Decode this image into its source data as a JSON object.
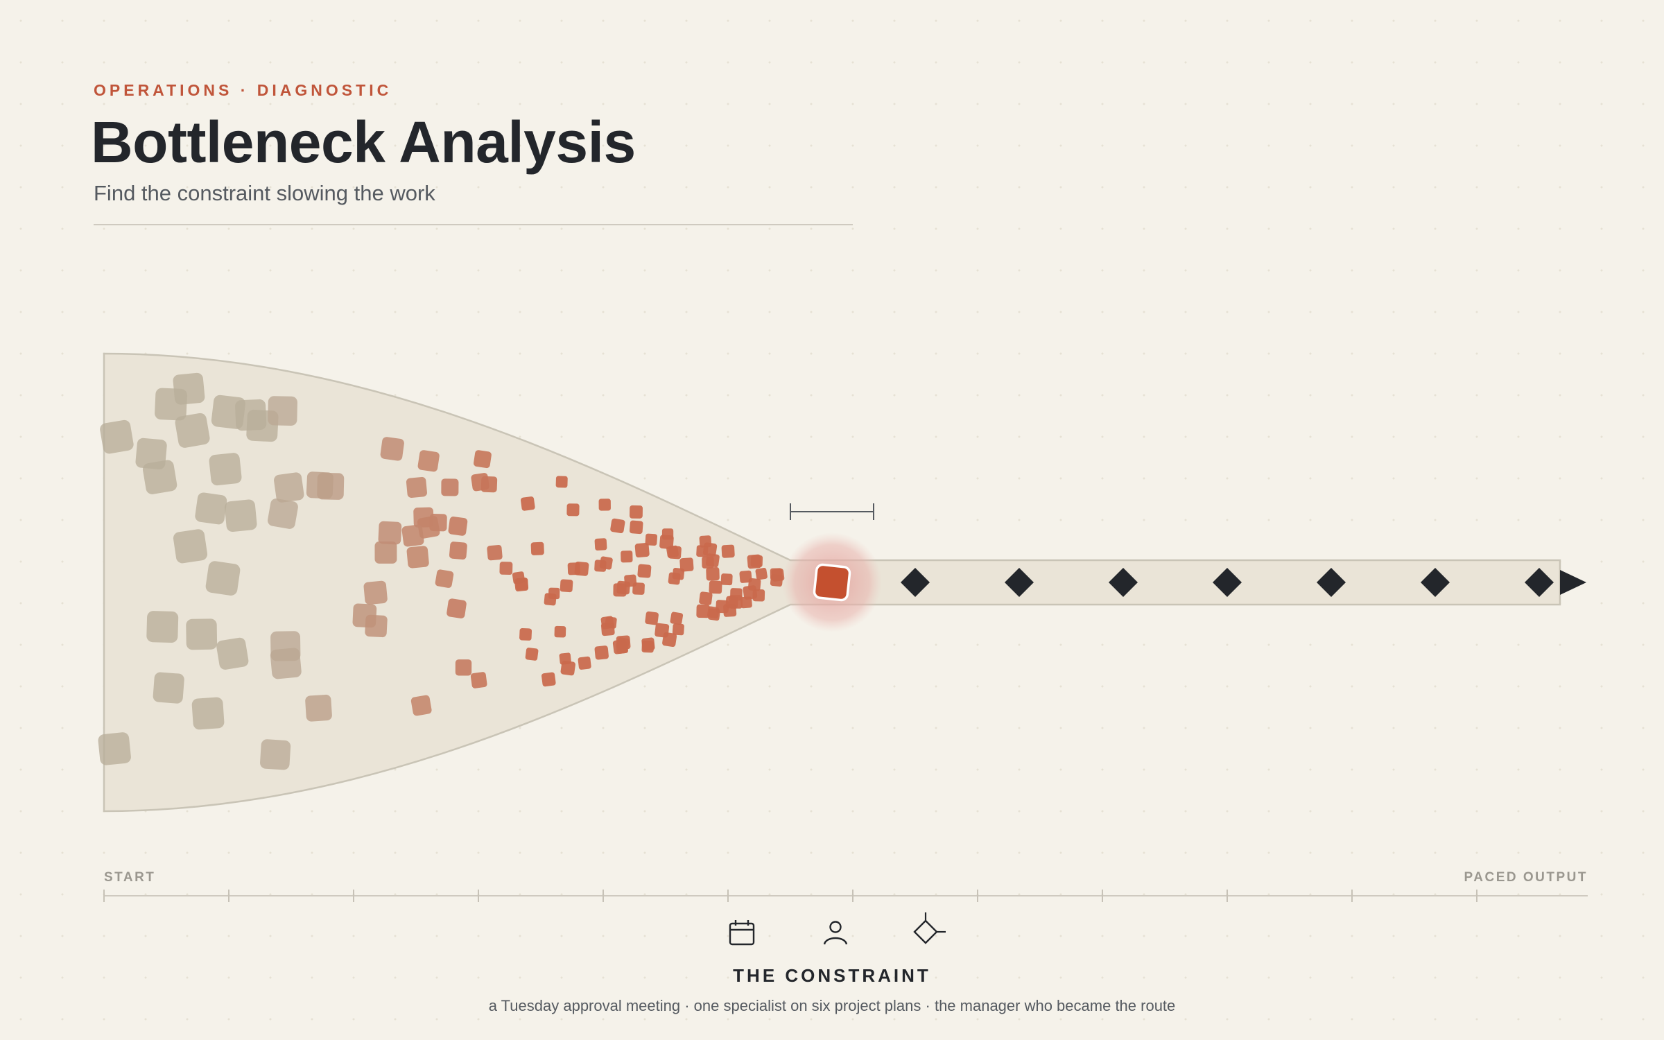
{
  "header": {
    "eyebrow": "OPERATIONS · DIAGNOSTIC",
    "title": "Bottleneck Analysis",
    "subtitle": "Find the constraint slowing the work"
  },
  "colors": {
    "background": "#f5f2ea",
    "funnel_fill": "#eae4d7",
    "funnel_stroke": "#c9c4b6",
    "waiting_item": "#b9ae9a",
    "near_item": "#c9694c",
    "constraint": "#c4502f",
    "constraint_glow": "#e4a4a0",
    "output_item": "#23262b",
    "accent": "#c0553a"
  },
  "diagram": {
    "constraint_item": "constraint-node",
    "output_items": 7,
    "output_direction": "right"
  },
  "axis": {
    "start_label": "START",
    "end_label": "PACED OUTPUT",
    "ticks": 12
  },
  "icons": [
    "calendar-icon",
    "person-icon",
    "decision-diamond-icon"
  ],
  "caption": {
    "title": "THE CONSTRAINT",
    "subtitle": "a Tuesday approval meeting · one specialist on six project plans · the manager who became the route"
  }
}
